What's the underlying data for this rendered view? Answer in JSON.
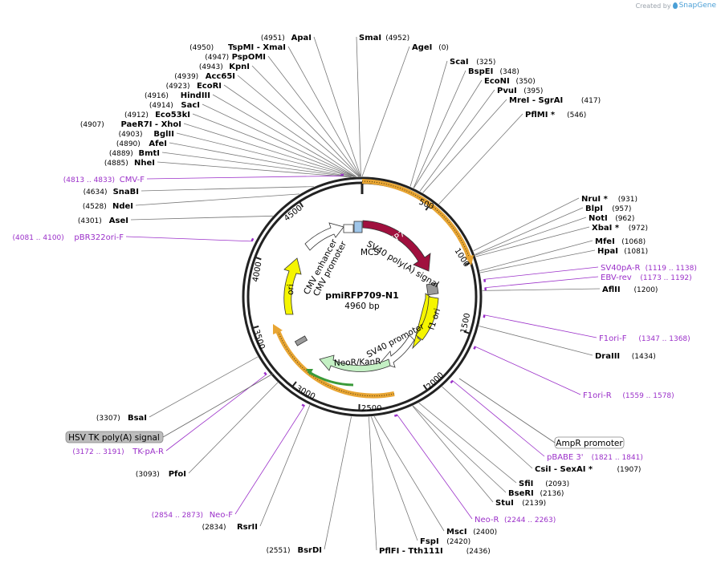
{
  "brand": {
    "created_by": "Created by",
    "name": "SnapGene"
  },
  "plasmid": {
    "name": "pmiRFP709-N1",
    "size_label": "4960 bp",
    "length": 4960
  },
  "ticks": [
    "500",
    "1000",
    "1500",
    "2000",
    "2500",
    "3000",
    "3500",
    "4000",
    "4500"
  ],
  "sites": [
    {
      "name": "ApaI",
      "pos": "(4951)"
    },
    {
      "name": "TspMI  - XmaI",
      "pos": "(4950)"
    },
    {
      "name": "PspOMI",
      "pos": "(4947)"
    },
    {
      "name": "KpnI",
      "pos": "(4943)"
    },
    {
      "name": "Acc65I",
      "pos": "(4939)"
    },
    {
      "name": "EcoRI",
      "pos": "(4923)"
    },
    {
      "name": "HindIII",
      "pos": "(4916)"
    },
    {
      "name": "SacI",
      "pos": "(4914)"
    },
    {
      "name": "Eco53kI",
      "pos": "(4912)"
    },
    {
      "name": "PaeR7I  - XhoI",
      "pos": "(4907)"
    },
    {
      "name": "BglII",
      "pos": "(4903)"
    },
    {
      "name": "AfeI",
      "pos": "(4890)"
    },
    {
      "name": "BmtI",
      "pos": "(4889)"
    },
    {
      "name": "NheI",
      "pos": "(4885)"
    },
    {
      "name": "SnaBI",
      "pos": "(4634)"
    },
    {
      "name": "NdeI",
      "pos": "(4528)"
    },
    {
      "name": "AseI",
      "pos": "(4301)"
    },
    {
      "name": "SmaI",
      "pos": "(4952)"
    },
    {
      "name": "AgeI",
      "pos": "(0)"
    },
    {
      "name": "ScaI",
      "pos": "(325)"
    },
    {
      "name": "BspEI",
      "pos": "(348)"
    },
    {
      "name": "EcoNI",
      "pos": "(350)"
    },
    {
      "name": "PvuI",
      "pos": "(395)"
    },
    {
      "name": "MreI  - SgrAI",
      "pos": "(417)"
    },
    {
      "name": "PflMI *",
      "pos": "(546)"
    },
    {
      "name": "NruI *",
      "pos": "(931)"
    },
    {
      "name": "BlpI",
      "pos": "(957)"
    },
    {
      "name": "NotI",
      "pos": "(962)"
    },
    {
      "name": "XbaI *",
      "pos": "(972)"
    },
    {
      "name": "MfeI",
      "pos": "(1068)"
    },
    {
      "name": "HpaI",
      "pos": "(1081)"
    },
    {
      "name": "AflII",
      "pos": "(1200)"
    },
    {
      "name": "DraIII",
      "pos": "(1434)"
    },
    {
      "name": "CsiI  - SexAI *",
      "pos": "(1907)"
    },
    {
      "name": "SfiI",
      "pos": "(2093)"
    },
    {
      "name": "BseRI",
      "pos": "(2136)"
    },
    {
      "name": "StuI",
      "pos": "(2139)"
    },
    {
      "name": "MscI",
      "pos": "(2400)"
    },
    {
      "name": "FspI",
      "pos": "(2420)"
    },
    {
      "name": "PflFI  - Tth111I",
      "pos": "(2436)"
    },
    {
      "name": "BsrDI",
      "pos": "(2551)"
    },
    {
      "name": "RsrII",
      "pos": "(2834)"
    },
    {
      "name": "PfoI",
      "pos": "(3093)"
    },
    {
      "name": "BsaI",
      "pos": "(3307)"
    }
  ],
  "primers": [
    {
      "name": "CMV-F",
      "range": "(4813 .. 4833)"
    },
    {
      "name": "pBR322ori-F",
      "range": "(4081 .. 4100)"
    },
    {
      "name": "SV40pA-R",
      "range": "(1119 .. 1138)"
    },
    {
      "name": "EBV-rev",
      "range": "(1173 .. 1192)"
    },
    {
      "name": "F1ori-F",
      "range": "(1347 .. 1368)"
    },
    {
      "name": "F1ori-R",
      "range": "(1559 .. 1578)"
    },
    {
      "name": "pBABE 3'",
      "range": "(1821 .. 1841)"
    },
    {
      "name": "Neo-R",
      "range": "(2244 .. 2263)"
    },
    {
      "name": "Neo-F",
      "range": "(2854 .. 2873)"
    },
    {
      "name": "TK-pA-R",
      "range": "(3172 .. 3191)"
    }
  ],
  "boxed_labels": [
    "HSV TK poly(A) signal",
    "AmpR promoter"
  ],
  "features": [
    {
      "name": "miRFP709",
      "color": "#a0103e"
    },
    {
      "name": "MCS",
      "color": "#9fc6ea"
    },
    {
      "name": "SV40 poly(A) signal",
      "color": "#9a9a9a"
    },
    {
      "name": "f1 ori",
      "color": "#f5f500"
    },
    {
      "name": "SV40 promoter",
      "color": "#ffffff"
    },
    {
      "name": "NeoR/KanR",
      "color": "#c4f0c4"
    },
    {
      "name": "ori",
      "color": "#f5f500"
    },
    {
      "name": "CMV enhancer",
      "color": "#ffffff"
    },
    {
      "name": "CMV promoter",
      "color": "#ffffff"
    }
  ],
  "colors": {
    "site": "#000000",
    "primer": "#9b30c9",
    "orf": "#e8a533"
  }
}
